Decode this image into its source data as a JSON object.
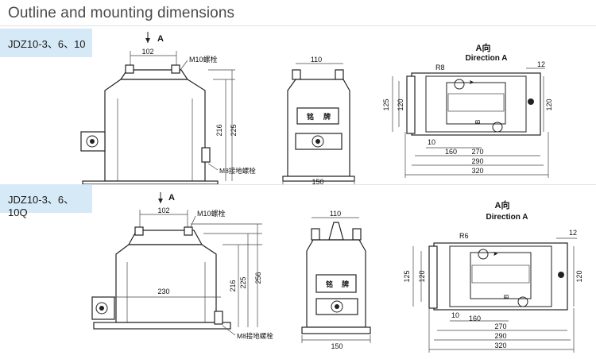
{
  "page": {
    "title": "Outline and mounting dimensions"
  },
  "sections": [
    {
      "model": "JDZ10-3、6、10",
      "labels": {
        "arrow_a": "A",
        "m10": "M10螺栓",
        "m8": "M8接地螺栓",
        "nameplate_1": "铭",
        "nameplate_2": "牌",
        "view_cn": "A向",
        "view_en": "Direction A",
        "r8": "R8",
        "b": "B"
      },
      "dims": {
        "d102": "102",
        "d216": "216",
        "d225": "225",
        "d110": "110",
        "d150": "150",
        "d125": "125",
        "d120l": "120",
        "d12": "12",
        "d120r": "120",
        "d10": "10",
        "d160": "160",
        "d270": "270",
        "d290": "290",
        "d320": "320"
      }
    },
    {
      "model": "JDZ10-3、6、10Q",
      "labels": {
        "arrow_a": "A",
        "m10": "M10螺栓",
        "m8": "M8接地螺栓",
        "nameplate_1": "铭",
        "nameplate_2": "牌",
        "view_cn": "A向",
        "view_en": "Direction A",
        "r8": "R6",
        "b": "B"
      },
      "dims": {
        "d102": "102",
        "d230": "230",
        "d216": "216",
        "d225": "225",
        "d256": "256",
        "d110": "110",
        "d150": "150",
        "d125": "125",
        "d120l": "120",
        "d12": "12",
        "d120r": "120",
        "d10": "10",
        "d160": "160",
        "d270": "270",
        "d290": "290",
        "d320": "320"
      }
    }
  ]
}
